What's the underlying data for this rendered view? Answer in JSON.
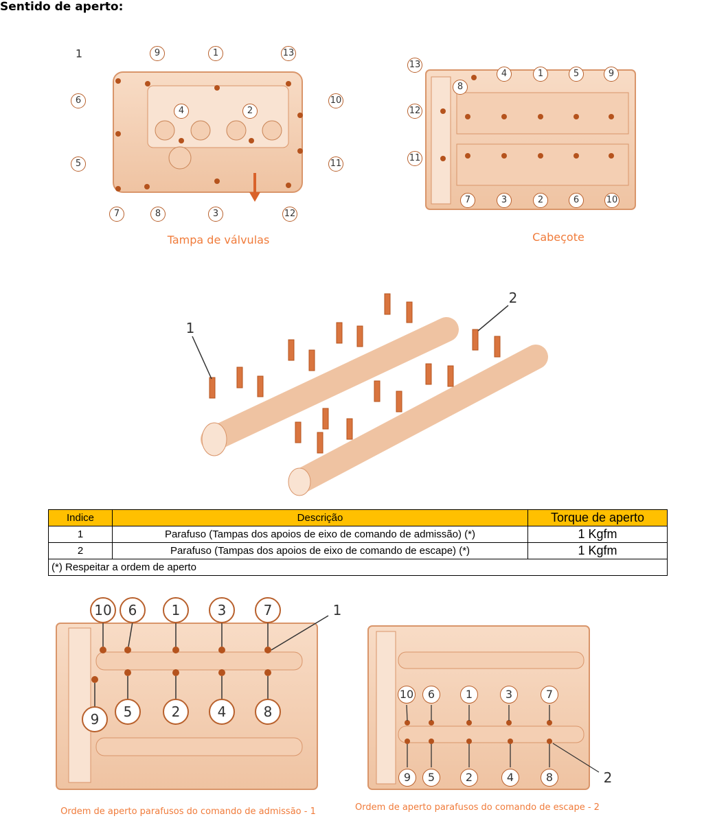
{
  "title": "Sentido de aperto:",
  "valve_cover": {
    "caption": "Tampa de válvulas",
    "plain_label": "1",
    "callouts": [
      "9",
      "1",
      "13",
      "6",
      "10",
      "4",
      "2",
      "5",
      "11",
      "7",
      "8",
      "3",
      "12"
    ]
  },
  "cylinder_head": {
    "caption": "Cabeçote",
    "callouts": [
      "13",
      "4",
      "1",
      "5",
      "9",
      "8",
      "12",
      "11",
      "7",
      "3",
      "2",
      "6",
      "10"
    ]
  },
  "camshafts": {
    "label_1": "1",
    "label_2": "2"
  },
  "table": {
    "headers": [
      "Indice",
      "Descrição",
      "Torque de aperto"
    ],
    "rows": [
      [
        "1",
        "Parafuso (Tampas dos apoios de eixo de comando de admissão) (*)",
        "1 Kgfm"
      ],
      [
        "2",
        "Parafuso (Tampas dos apoios de eixo de comando de escape) (*)",
        "1 Kgfm"
      ]
    ],
    "note": "(*) Respeitar a ordem de aperto"
  },
  "intake_order": {
    "caption": "Ordem de aperto parafusos do comando de admissão - 1",
    "plain_label": "1",
    "callouts": [
      "10",
      "6",
      "1",
      "3",
      "7",
      "9",
      "5",
      "2",
      "4",
      "8"
    ]
  },
  "exhaust_order": {
    "caption": "Ordem de aperto parafusos do comando de escape  - 2",
    "plain_label": "2",
    "callouts": [
      "10",
      "6",
      "1",
      "3",
      "7",
      "9",
      "5",
      "2",
      "4",
      "8"
    ]
  }
}
